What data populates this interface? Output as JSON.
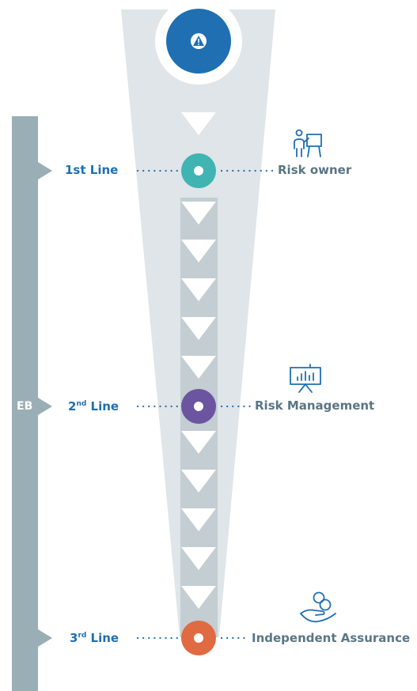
{
  "eb_label": "EB",
  "lines": [
    {
      "left_main": "1st Line",
      "left_sup": "",
      "left_suffix": "",
      "right": "Risk owner",
      "color": "#40b3b3",
      "icon": "person-presenting-icon"
    },
    {
      "left_main": "2",
      "left_sup": "nd",
      "left_suffix": " Line",
      "right": "Risk Management",
      "color": "#6b54a0",
      "icon": "presentation-chart-icon"
    },
    {
      "left_main": "3",
      "left_sup": "rd",
      "left_suffix": " Line",
      "right": "Independent Assurance",
      "color": "#e06a42",
      "icon": "hand-coins-icon"
    }
  ],
  "top_icon": "warning-triangle-icon",
  "colors": {
    "funnel": "#dfe5e8",
    "track": "#c3cdd2",
    "eb_bar": "#9aaeb6",
    "top_circle": "#1f6fb2",
    "dots": "#1f6fb2",
    "icon_stroke": "#1f6fb2"
  }
}
